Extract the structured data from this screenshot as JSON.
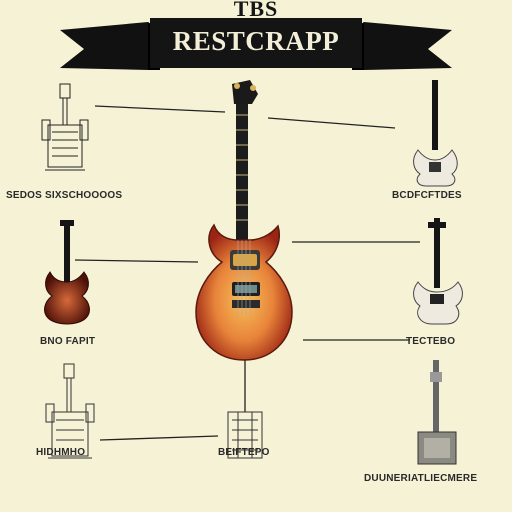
{
  "header": {
    "top_text": "TBS",
    "banner_title": "RESTCRAPP"
  },
  "captions": {
    "left_top": "SEDOS SIXSCHOOOOS",
    "left_mid": "BNO FAPIT",
    "left_bottom": "HIDHMHO",
    "right_top": "BCDFCFTDES",
    "right_mid": "TECTEBO",
    "right_bottom": "DUUNERIATLIECMERE",
    "center_bottom": "BEIFTEPO"
  },
  "colors": {
    "background": "#f6f2d6",
    "ink": "#151515",
    "sunburst_edge": "#b8331c",
    "sunburst_center": "#f0a04a"
  }
}
